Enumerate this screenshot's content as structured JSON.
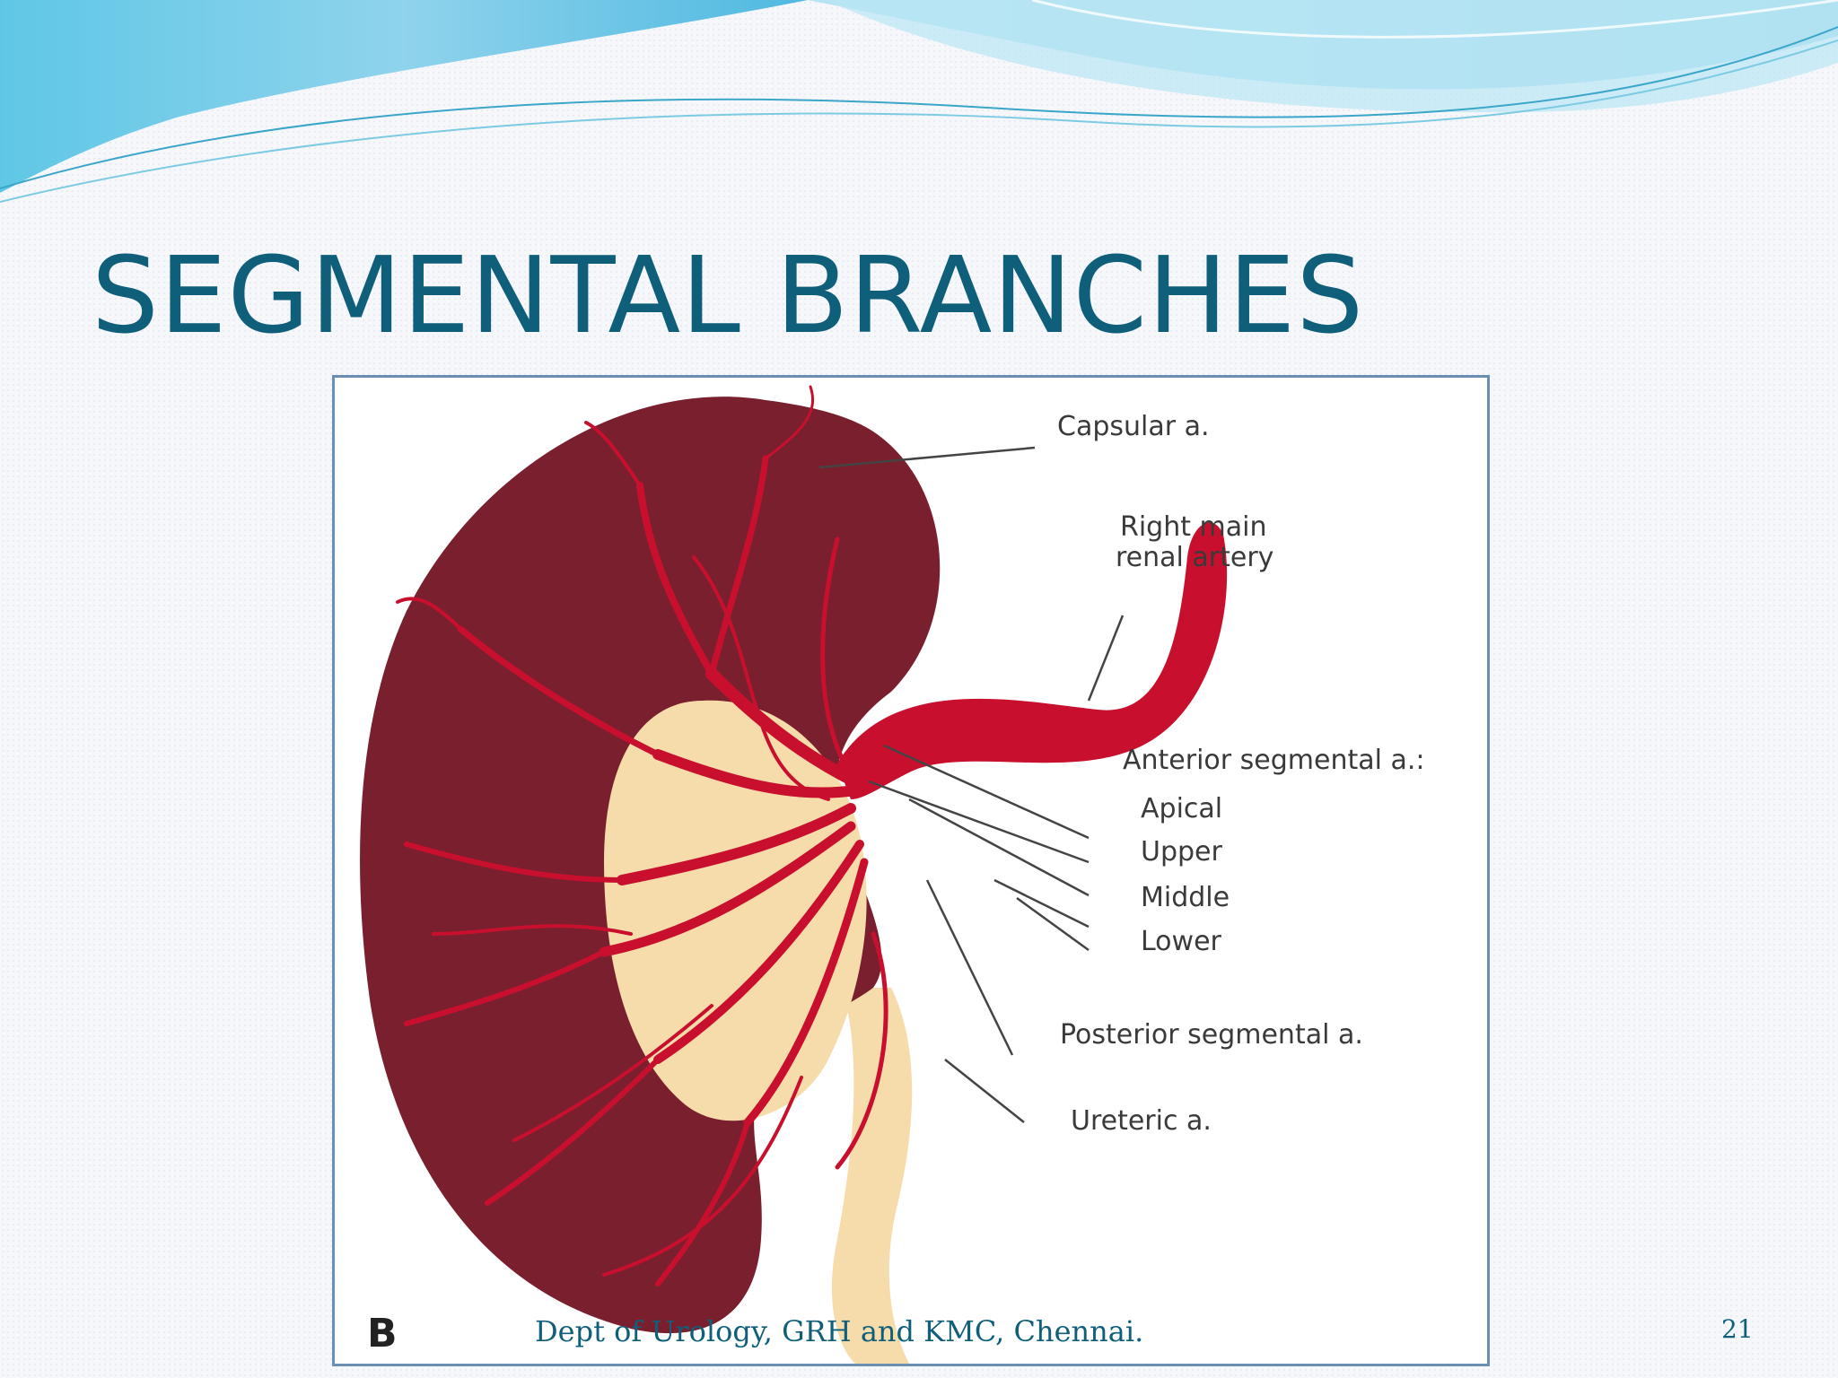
{
  "slide": {
    "title": "SEGMENTAL BRANCHES",
    "footer": "Dept of Urology, GRH and KMC, Chennai.",
    "page_number": "21"
  },
  "figure": {
    "panel_letter": "B",
    "labels": {
      "capsular": "Capsular a.",
      "right_main_line1": "Right main",
      "right_main_line2": "renal artery",
      "anterior": "Anterior segmental a.:",
      "apical": "Apical",
      "upper": "Upper",
      "middle": "Middle",
      "lower": "Lower",
      "posterior": "Posterior segmental a.",
      "ureteric": "Ureteric a."
    }
  },
  "colors": {
    "title": "#0f5f7a",
    "kidney": "#7a1f2e",
    "artery": "#c8102e",
    "sinus": "#f6dcab",
    "frame": "#6b8fb3"
  }
}
